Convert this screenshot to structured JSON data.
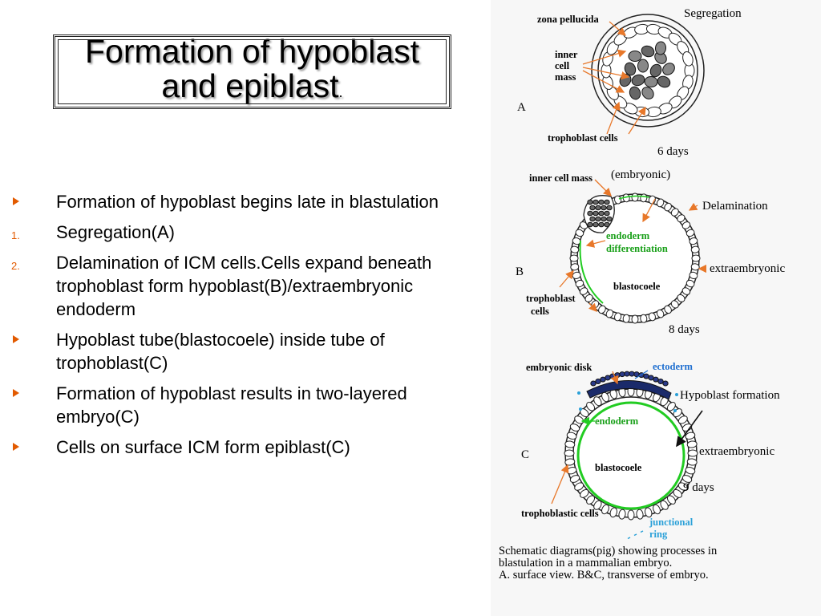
{
  "title": {
    "line1": "Formation of hypoblast",
    "line2": "and epiblast",
    "trailing": "."
  },
  "bullets": [
    {
      "type": "arrow",
      "text": "Formation of hypoblast begins late in blastulation"
    },
    {
      "type": "number",
      "marker": "1.",
      "text": "Segregation(A)"
    },
    {
      "type": "number",
      "marker": "2.",
      "text": "Delamination of ICM cells.Cells expand beneath trophoblast form hypoblast(B)/extraembryonic endoderm"
    },
    {
      "type": "arrow",
      "text": "Hypoblast tube(blastocoele) inside tube of trophoblast(C)"
    },
    {
      "type": "arrow",
      "text": "Formation of hypoblast results in two-layered embryo(C)"
    },
    {
      "type": "arrow",
      "text": "Cells on surface ICM form epiblast(C)"
    }
  ],
  "colors": {
    "bullet_marker": "#e25a00",
    "arrow_orange": "#e8782a",
    "endoderm_green": "#22cc22",
    "ecto_blue": "#1f6fd0",
    "junction_blue": "#2aa0d8"
  },
  "figure": {
    "panelA": {
      "letter": "A",
      "heading": "Segregation",
      "zona": "zona pellucida",
      "icm_lines": [
        "inner",
        "cell",
        "mass"
      ],
      "troph": "trophoblast cells",
      "days": "6 days"
    },
    "panelB": {
      "letter": "B",
      "icm": "inner cell mass",
      "embryonic": "(embryonic)",
      "delam": "Delamination",
      "endo_lines": [
        "endoderm",
        "differentiation"
      ],
      "extra": "extraembryonic",
      "blasto": "blastocoele",
      "troph_lines": [
        "trophoblast",
        "cells"
      ],
      "days": "8 days"
    },
    "panelC": {
      "letter": "C",
      "disk": "embryonic disk",
      "ecto": "ectoderm",
      "hypo": "Hypoblast formation",
      "endo": "endoderm",
      "extra": "extraembryonic",
      "blasto": "blastocoele",
      "days": "9 days",
      "troph": "trophoblastic cells",
      "junction_lines": [
        "junctional",
        "ring"
      ]
    },
    "caption_lines": [
      "Schematic diagrams(pig) showing processes in",
      "blastulation in a mammalian embryo.",
      "A. surface view. B&C, transverse of embryo."
    ]
  }
}
